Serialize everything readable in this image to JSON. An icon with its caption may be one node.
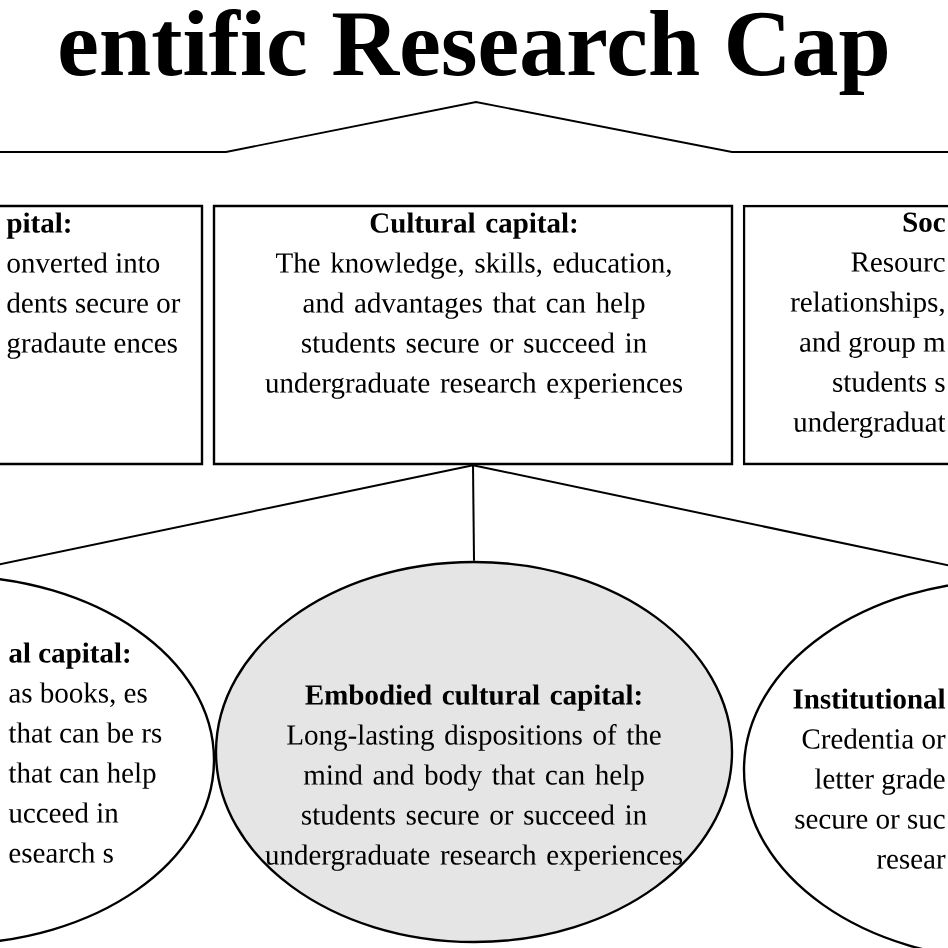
{
  "diagram": {
    "title": "entific Research Cap",
    "nodes": [
      {
        "text": [
          "pital:",
          "onverted into dents secure or gradaute ences"
        ]
      },
      {
        "text": [
          "Cultural capital:",
          "The knowledge, skills, education, and advantages that can help students secure or succeed in undergraduate research experiences"
        ]
      },
      {
        "text": [
          "Soc",
          "Resourc relationships, and group m students s undergraduat"
        ]
      },
      {
        "text": [
          "al capital:",
          "as books, es that can be rs that can help ucceed in esearch s"
        ]
      },
      {
        "text": [
          "Embodied cultural capital:",
          "Long-lasting dispositions of the mind and body that can help students secure or succeed in undergraduate research experiences"
        ]
      },
      {
        "text": [
          "Institutional",
          "Credentia or letter grade secure or suc resear"
        ]
      }
    ],
    "edges": [
      {
        "from": 1,
        "to": 3,
        "arrow": "none"
      },
      {
        "from": 1,
        "to": 4,
        "arrow": "none"
      },
      {
        "from": 1,
        "to": 5,
        "arrow": "none"
      }
    ]
  }
}
